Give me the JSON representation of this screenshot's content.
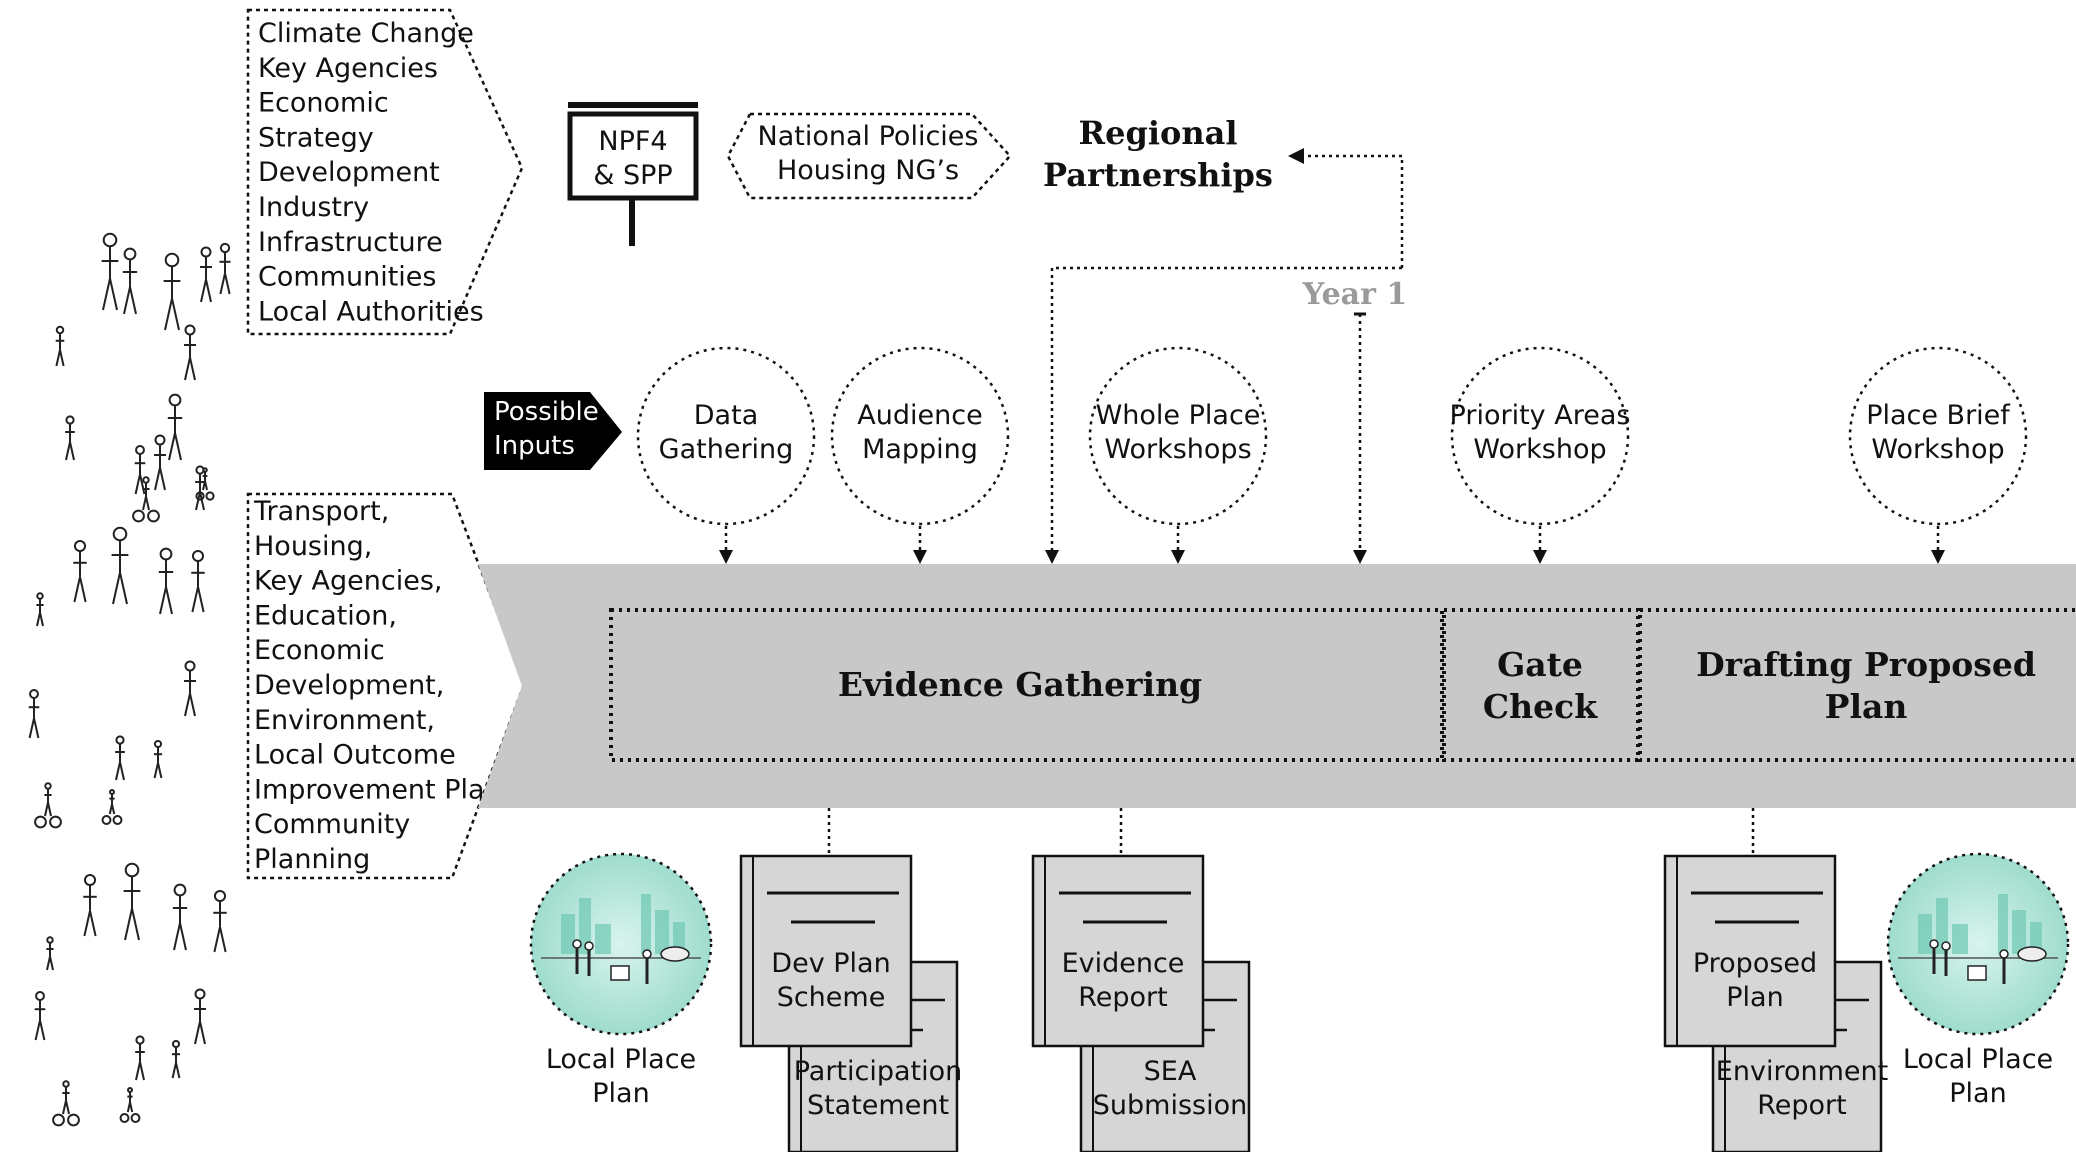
{
  "stakeholders_top": [
    "Climate Change",
    "Key Agencies",
    "Economic",
    "Strategy",
    "Development",
    "Industry",
    "Infrastructure",
    "Communities",
    "Local Authorities"
  ],
  "stakeholders_bottom": [
    "Transport,",
    "Housing,",
    "Key Agencies,",
    "Education,",
    "Economic",
    "Development,",
    "Environment,",
    "Local Outcome",
    "Improvement Plan,",
    "Community",
    "Planning"
  ],
  "signpost": [
    "NPF4",
    "& SPP"
  ],
  "national_policies": [
    "National Policies",
    "Housing NG’s"
  ],
  "regional_partnerships": [
    "Regional",
    "Partnerships"
  ],
  "year_label": "Year 1",
  "inputs_tag": [
    "Possible",
    "Inputs"
  ],
  "input_circles": [
    [
      "Data",
      "Gathering"
    ],
    [
      "Audience",
      "Mapping"
    ],
    [
      "Whole Place",
      "Workshops"
    ],
    [
      "Priority Areas",
      "Workshop"
    ],
    [
      "Place Brief",
      "Workshop"
    ]
  ],
  "stages": {
    "evidence": [
      "Evidence Gathering"
    ],
    "gate": [
      "Gate",
      "Check"
    ],
    "drafting": [
      "Drafting Proposed",
      "Plan"
    ]
  },
  "documents": [
    {
      "front": [
        "Dev Plan",
        "Scheme"
      ],
      "back": [
        "Participation",
        "Statement"
      ]
    },
    {
      "front": [
        "Evidence",
        "Report"
      ],
      "back": [
        "SEA",
        "Submission"
      ]
    },
    {
      "front": [
        "Proposed",
        "Plan"
      ],
      "back": [
        "Environment",
        "Report"
      ]
    }
  ],
  "local_place_plan_left": [
    "Local Place",
    "Plan"
  ],
  "local_place_plan_right": [
    "Local Place",
    "Plan"
  ],
  "colors": {
    "band": "#c8c8c8",
    "ink": "#111111",
    "muted": "#9a9a9a",
    "teal": "#7fd3c3",
    "doc_fill": "#d6d6d6"
  }
}
